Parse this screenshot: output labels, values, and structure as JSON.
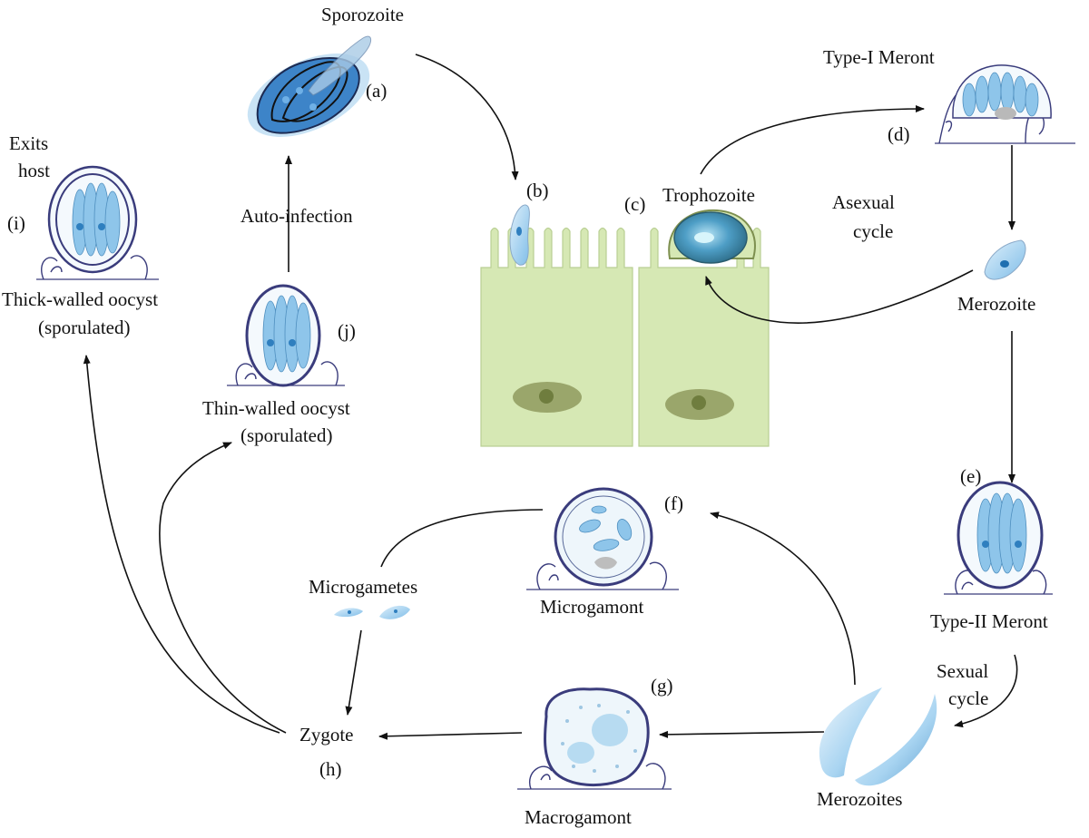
{
  "labels": {
    "sporozoite": "Sporozoite",
    "auto_infection": "Auto-infection",
    "trophozoite": "Trophozoite",
    "type1_meront": "Type-I Meront",
    "asexual_1": "Asexual",
    "asexual_2": "cycle",
    "merozoite": "Merozoite",
    "type2_meront": "Type-II Meront",
    "sexual_1": "Sexual",
    "sexual_2": "cycle",
    "merozoites": "Merozoites",
    "macrogamont": "Macrogamont",
    "microgamont": "Microgamont",
    "microgametes": "Microgametes",
    "zygote": "Zygote",
    "exits_1": "Exits",
    "exits_2": "host",
    "thick_1": "Thick-walled oocyst",
    "thick_2": "(sporulated)",
    "thin_1": "Thin-walled oocyst",
    "thin_2": "(sporulated)"
  },
  "tags": {
    "a": "(a)",
    "b": "(b)",
    "c": "(c)",
    "d": "(d)",
    "e": "(e)",
    "f": "(f)",
    "g": "(g)",
    "h": "(h)",
    "i": "(i)",
    "j": "(j)"
  },
  "colors": {
    "epithelium": "#d6e8b4",
    "epithelium_edge": "#b9cf93",
    "nucleus": "#8f9a5e",
    "parasite_blue": "#5aa6de",
    "membrane_navy": "#3a3c7c"
  }
}
